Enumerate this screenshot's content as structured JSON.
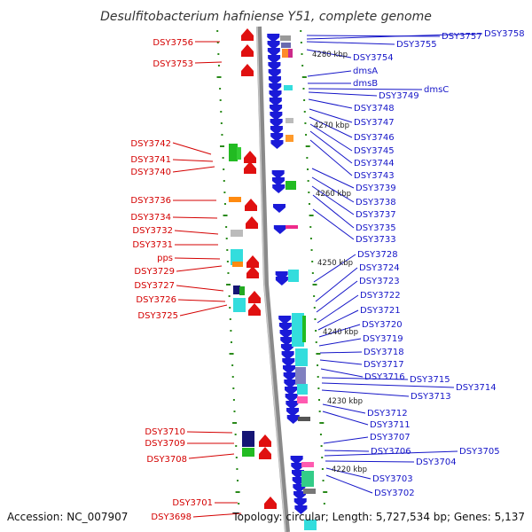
{
  "title": "Desulfitobacterium hafniense Y51, complete genome",
  "accession": "Accession: NC_007907",
  "topology": "Topology: circular; Length: 5,727,534 bp; Genes: 5,137",
  "colors": {
    "left_label": "#d40000",
    "right_label": "#1515c8",
    "backbone": "#8a8a8a"
  },
  "kbp_marks": [
    "4280 kbp",
    "4270 kbp",
    "4260 kbp",
    "4250 kbp",
    "4240 kbp",
    "4230 kbp",
    "4220 kbp"
  ],
  "left_labels": [
    "DSY3756",
    "DSY3753",
    "DSY3742",
    "DSY3741",
    "DSY3740",
    "DSY3736",
    "DSY3734",
    "DSY3732",
    "DSY3731",
    "pps",
    "DSY3729",
    "DSY3727",
    "DSY3726",
    "DSY3725",
    "DSY3710",
    "DSY3709",
    "DSY3708",
    "DSY3701",
    "DSY3698"
  ],
  "right_labels": [
    "DSY3757",
    "DSY3758",
    "DSY3755",
    "DSY3754",
    "dmsA",
    "dmsB",
    "dmsC",
    "DSY3749",
    "DSY3748",
    "DSY3747",
    "DSY3746",
    "DSY3745",
    "DSY3744",
    "DSY3743",
    "DSY3739",
    "DSY3738",
    "DSY3737",
    "DSY3735",
    "DSY3733",
    "DSY3728",
    "DSY3724",
    "DSY3723",
    "DSY3722",
    "DSY3721",
    "DSY3720",
    "DSY3719",
    "DSY3718",
    "DSY3717",
    "DSY3716",
    "DSY3715",
    "DSY3714",
    "DSY3713",
    "DSY3712",
    "DSY3711",
    "DSY3707",
    "DSY3706",
    "DSY3705",
    "DSY3704",
    "DSY3703",
    "DSY3702"
  ]
}
